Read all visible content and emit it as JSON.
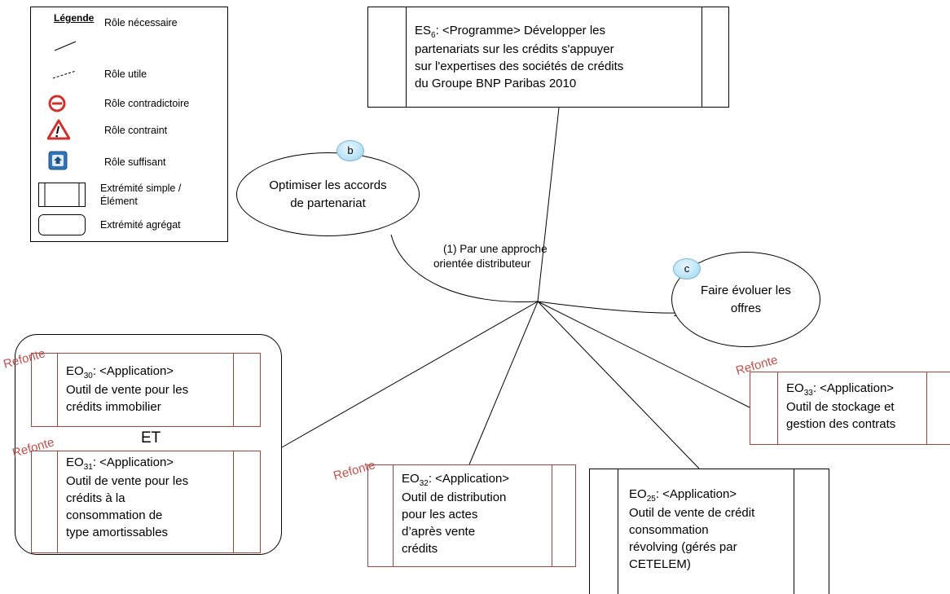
{
  "legend": {
    "title": "Légende",
    "items": [
      {
        "icon": "solid-line-icon",
        "label": "Rôle nécessaire"
      },
      {
        "icon": "dashed-line-icon",
        "label": "Rôle utile"
      },
      {
        "icon": "no-entry-icon",
        "label": "Rôle contradictoire"
      },
      {
        "icon": "warning-triangle-icon",
        "label": "Rôle contraint"
      },
      {
        "icon": "house-square-icon",
        "label": "Rôle suffisant"
      },
      {
        "icon": "simple-end-box-icon",
        "label_line1": "Extrémité simple /",
        "label_line2": "Élément"
      },
      {
        "icon": "aggregate-end-box-icon",
        "label": "Extrémité agrégat"
      }
    ]
  },
  "top_element": {
    "prefix": "ES",
    "sub": "6",
    "lines": [
      ": <Programme> Développer les",
      "partenariats sur les crédits s'appuyer",
      "sur l'expertises des sociétés de crédits",
      "du Groupe BNP Paribas 2010"
    ]
  },
  "ellipse_b": {
    "badge": "b",
    "line1": "Optimiser les accords",
    "line2": "de partenariat"
  },
  "ellipse_c": {
    "badge": "c",
    "line1": "Faire évoluer les",
    "line2": "offres"
  },
  "annotation": {
    "line1": "(1)  Par une approche",
    "line2": "orientée distributeur"
  },
  "group": {
    "and_label": "ET"
  },
  "eo30": {
    "refonte": "Refonte",
    "prefix": "EO",
    "sub": "30",
    "line1": ": <Application>",
    "line2": "Outil de vente pour  les",
    "line3": "crédits immobilier"
  },
  "eo31": {
    "refonte": "Refonte",
    "prefix": "EO",
    "sub": "31",
    "line1": ": <Application>",
    "line2": "Outil de vente pour  les",
    "line3": "crédits à la",
    "line4": "consommation de",
    "line5": "type amortissables"
  },
  "eo32": {
    "refonte": "Refonte",
    "prefix": "EO",
    "sub": "32",
    "line1": ": <Application>",
    "line2": "Outil de distribution",
    "line3": "pour les actes",
    "line4": "d’après vente",
    "line5": "crédits"
  },
  "eo25": {
    "prefix": "EO",
    "sub": "25",
    "line1": ": <Application>",
    "line2": "Outil de vente de crédit",
    "line3": "consommation",
    "line4": "révolving (gérés par",
    "line5": "CETELEM)"
  },
  "eo33": {
    "refonte": "Refonte",
    "prefix": "EO",
    "sub": "33",
    "line1": ": <Application>",
    "line2": "Outil de stockage et",
    "line3": "gestion des contrats"
  },
  "colors": {
    "refonte": "#c0504d",
    "red_border": "#a0463c",
    "badge": "#bfe6f7"
  }
}
